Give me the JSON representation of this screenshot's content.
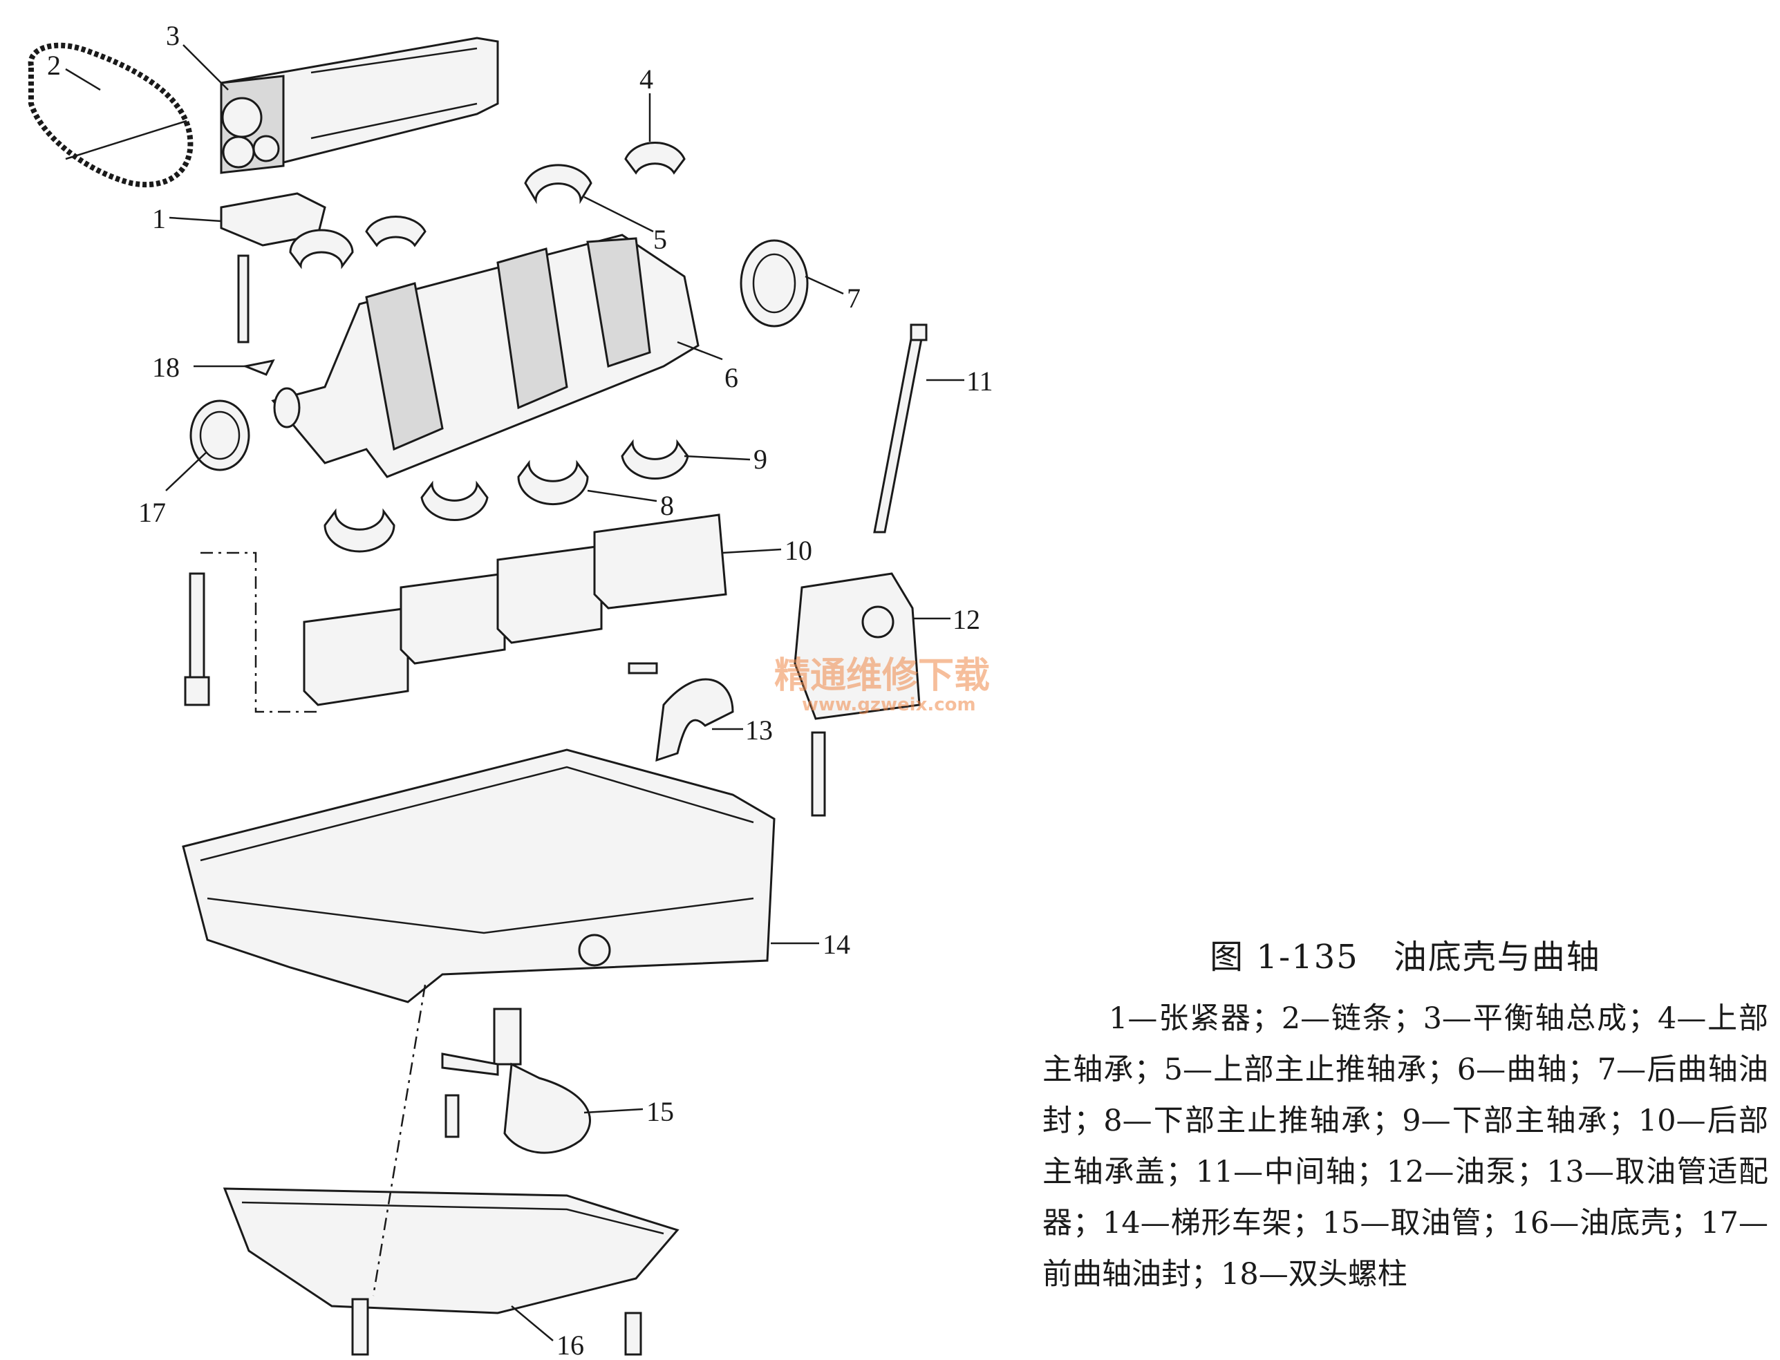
{
  "figure": {
    "labels": [
      "1",
      "2",
      "3",
      "4",
      "5",
      "6",
      "7",
      "8",
      "9",
      "10",
      "11",
      "12",
      "13",
      "14",
      "15",
      "16",
      "17",
      "18"
    ],
    "watermark": {
      "line1": "精通维修下载",
      "line2": "www.gzweix.com"
    }
  },
  "caption": {
    "title": "图 1-135　油底壳与曲轴",
    "text": "1—张紧器；2—链条；3—平衡轴总成；4—上部主轴承；5—上部主止推轴承；6—曲轴；7—后曲轴油封；8—下部主止推轴承；9—下部主轴承；10—后部主轴承盖；11—中间轴；12—油泵；13—取油管适配器；14—梯形车架；15—取油管；16—油底壳；17—前曲轴油封；18—双头螺柱"
  }
}
